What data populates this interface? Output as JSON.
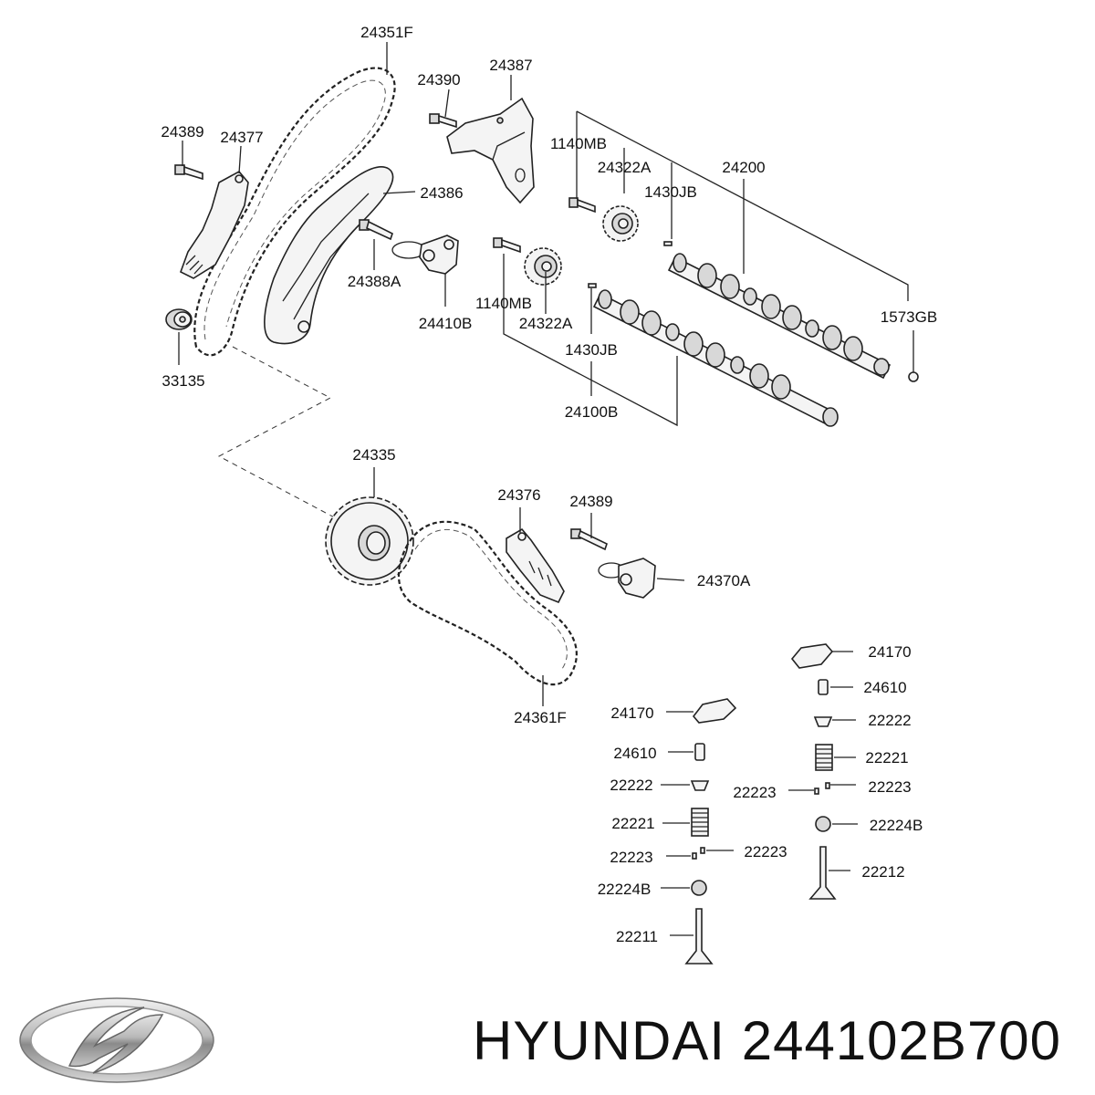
{
  "footer": {
    "brand": "HYUNDAI",
    "part_number": "244102B700",
    "logo_icon": "hyundai-logo-icon"
  },
  "callouts": {
    "c24351F": "24351F",
    "c24390": "24390",
    "c24387": "24387",
    "c24389_top": "24389",
    "c24377": "24377",
    "c1140MB_top": "1140MB",
    "c24322A_top": "24322A",
    "c24200": "24200",
    "c1430JB_top": "1430JB",
    "c24386": "24386",
    "c24388A": "24388A",
    "c24410B": "24410B",
    "c1140MB_mid": "1140MB",
    "c24322A_mid": "24322A",
    "c1573GB": "1573GB",
    "c33135": "33135",
    "c1430JB_mid": "1430JB",
    "c24100B": "24100B",
    "c24335": "24335",
    "c24376": "24376",
    "c24389_mid": "24389",
    "c24370A": "24370A",
    "c24361F": "24361F",
    "c24170_right": "24170",
    "c24610_right": "24610",
    "c22222_right": "22222",
    "c22221_right": "22221",
    "c22223_rl": "22223",
    "c22223_rr": "22223",
    "c22224B_right": "22224B",
    "c22212": "22212",
    "c24170_left": "24170",
    "c24610_left": "24610",
    "c22222_left": "22222",
    "c22221_left": "22221",
    "c22223_ll": "22223",
    "c22223_lr": "22223",
    "c22224B_left": "22224B",
    "c22211": "22211"
  }
}
